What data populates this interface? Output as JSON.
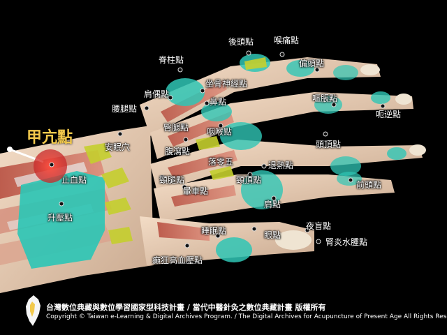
{
  "highlight": {
    "label": "甲亢點",
    "color": "#e53935"
  },
  "points": [
    {
      "id": "houtou",
      "label": "後頭點"
    },
    {
      "id": "houtong",
      "label": "喉痛點"
    },
    {
      "id": "piantou",
      "label": "偏頭點"
    },
    {
      "id": "jizhu",
      "label": "脊柱點"
    },
    {
      "id": "zuogu",
      "label": "坐骨神經點"
    },
    {
      "id": "jianou",
      "label": "肩偶點"
    },
    {
      "id": "outong",
      "label": "嘔脹點"
    },
    {
      "id": "yaotui",
      "label": "腰腿點"
    },
    {
      "id": "bi",
      "label": "鼻點"
    },
    {
      "id": "eni",
      "label": "呃逆點"
    },
    {
      "id": "tuntui",
      "label": "臀腿點"
    },
    {
      "id": "yanhou",
      "label": "咽喉點"
    },
    {
      "id": "anmian",
      "label": "安眠穴"
    },
    {
      "id": "fuxie",
      "label": "腹瀉點"
    },
    {
      "id": "touding1",
      "label": "頭頂點"
    },
    {
      "id": "luozhen",
      "label": "落零五"
    },
    {
      "id": "tuire",
      "label": "退熱點"
    },
    {
      "id": "zhixue",
      "label": "止血點"
    },
    {
      "id": "jingtui",
      "label": "頸腿點"
    },
    {
      "id": "jingding",
      "label": "頸頂點"
    },
    {
      "id": "qiantou",
      "label": "前頭點"
    },
    {
      "id": "yunche",
      "label": "暈車點"
    },
    {
      "id": "shengya",
      "label": "升壓點"
    },
    {
      "id": "jian",
      "label": "肩點"
    },
    {
      "id": "yemang",
      "label": "夜盲點"
    },
    {
      "id": "shuimian",
      "label": "睡眠點"
    },
    {
      "id": "yan",
      "label": "眼點"
    },
    {
      "id": "shenyan",
      "label": "腎炎水腫點"
    },
    {
      "id": "diankuang",
      "label": "癲狂高血壓點"
    }
  ],
  "footer": {
    "line1": "台灣數位典藏與數位學習國家型科技計畫 / 當代中醫針灸之數位典藏計畫 版權所有",
    "line2": "Copyright © Taiwan e-Learning & Digital Archives Program. / The Digital Archives for Acupuncture of Present Age All Rights Reserved."
  },
  "colors": {
    "background": "#000000",
    "skin": "#e9cdb4",
    "muscle": "#c9604f",
    "tendon": "#c5cf2e",
    "cartilage": "#2fc6b5",
    "bone": "#efe4d2"
  }
}
